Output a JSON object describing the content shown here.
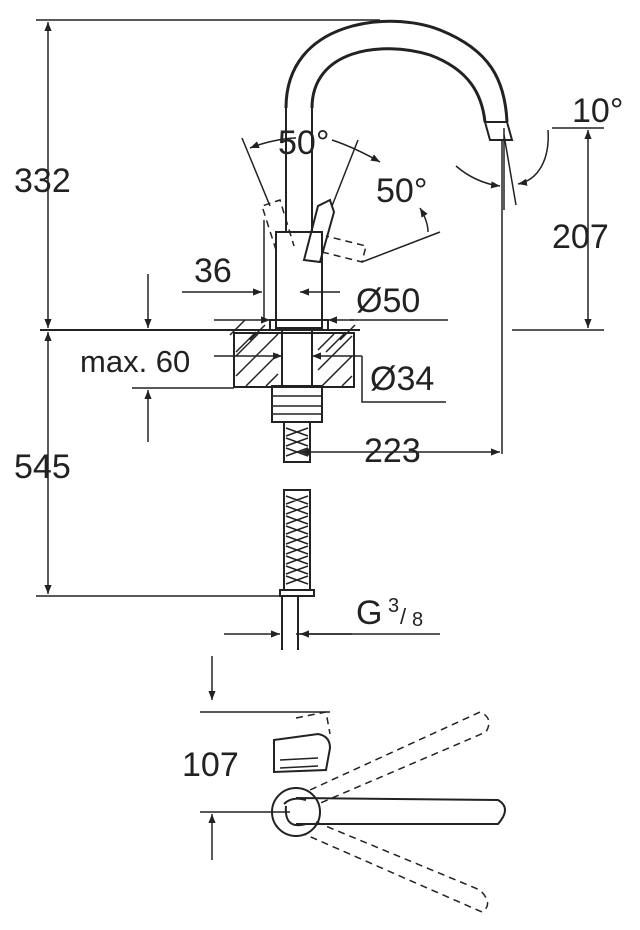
{
  "dimensions": {
    "total_height_top": "332",
    "swivel_angle_left": "50°",
    "swivel_angle_right": "50°",
    "spout_tilt": "10°",
    "spout_outlet_height": "207",
    "lever_offset": "36",
    "base_diameter": "Ø50",
    "max_deck_thickness": "max. 60",
    "hole_diameter": "Ø34",
    "spout_reach": "223",
    "hose_length": "545",
    "connection_thread": "G",
    "thread_num": "3",
    "thread_den": "8",
    "plan_dimension": "107"
  }
}
